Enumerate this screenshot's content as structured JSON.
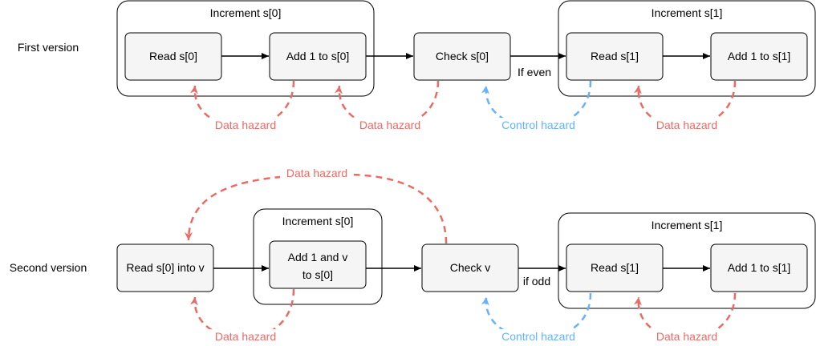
{
  "colors": {
    "data_hazard": "#ea6b66",
    "control_hazard": "#66b2ff",
    "node_fill": "#f5f5f5",
    "stroke": "#000000"
  },
  "first": {
    "row_label": "First version",
    "group_a_title": "Increment s[0]",
    "group_b_title": "Increment s[1]",
    "node_read0": "Read s[0]",
    "node_add0": "Add 1 to s[0]",
    "node_check": "Check s[0]",
    "node_read1": "Read s[1]",
    "node_add1": "Add 1 to s[1]",
    "edge_label": "If even",
    "hazard_1": "Data hazard",
    "hazard_2": "Data hazard",
    "hazard_3": "Control hazard",
    "hazard_4": "Data hazard"
  },
  "second": {
    "row_label": "Second version",
    "group_a_title": "Increment s[0]",
    "group_b_title": "Increment s[1]",
    "node_read": "Read s[0] into v",
    "node_add_line1": "Add 1 and v",
    "node_add_line2": "to s[0]",
    "node_check": "Check v",
    "node_read1": "Read s[1]",
    "node_add1": "Add 1 to s[1]",
    "edge_label": "if odd",
    "hazard_top": "Data hazard",
    "hazard_1": "Data hazard",
    "hazard_2": "Control hazard",
    "hazard_3": "Data hazard"
  }
}
